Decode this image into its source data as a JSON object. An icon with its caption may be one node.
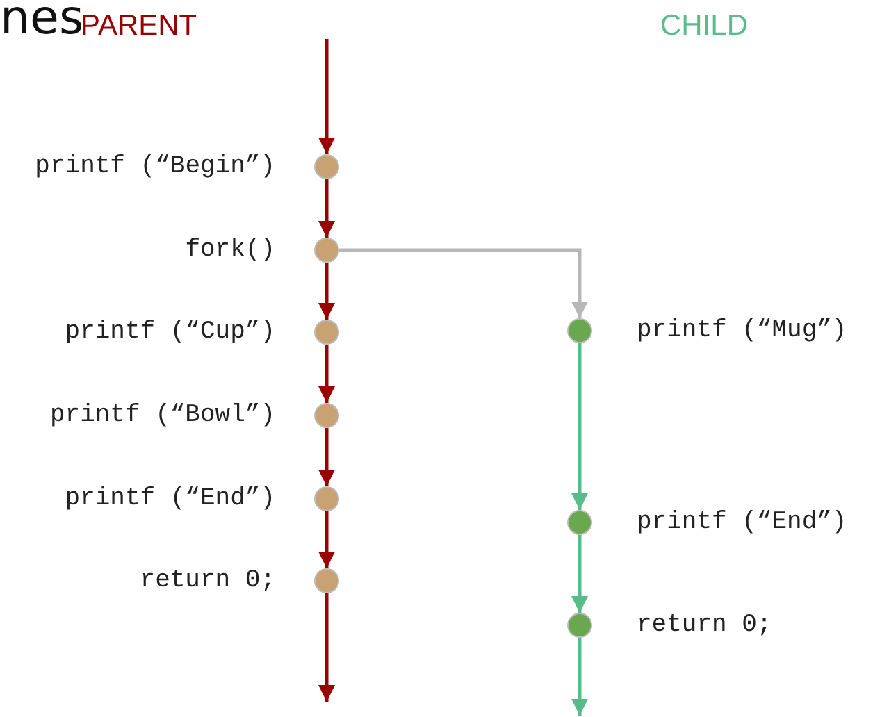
{
  "diagram": {
    "nodes": [
      {
        "text": [],
        "shape": "circle",
        "beside": [
          "printf (“Begin”)"
        ]
      },
      {
        "text": [],
        "shape": "circle",
        "beside": [
          "fork()"
        ]
      },
      {
        "text": [],
        "shape": "circle",
        "beside": [
          "printf (“Cup”)"
        ]
      },
      {
        "text": [],
        "shape": "circle",
        "beside": [
          "printf (“Bowl”)"
        ]
      },
      {
        "text": [],
        "shape": "circle",
        "beside": [
          "printf (“End”)"
        ]
      },
      {
        "text": [],
        "shape": "circle",
        "beside": [
          "return 0;"
        ]
      },
      {
        "text": [],
        "shape": "circle",
        "beside": [
          "printf (“Mug”)"
        ]
      },
      {
        "text": [],
        "shape": "circle",
        "beside": [
          "printf (“End”)"
        ]
      },
      {
        "text": [],
        "shape": "circle",
        "beside": [
          "return 0;"
        ]
      }
    ],
    "edges": [
      {
        "from": null,
        "to": 0,
        "arrow": "to"
      },
      {
        "from": 0,
        "to": 1,
        "arrow": "to"
      },
      {
        "from": 1,
        "to": 2,
        "arrow": "to"
      },
      {
        "from": 2,
        "to": 3,
        "arrow": "to"
      },
      {
        "from": 3,
        "to": 4,
        "arrow": "to"
      },
      {
        "from": 4,
        "to": 5,
        "arrow": "to"
      },
      {
        "from": 5,
        "to": null,
        "arrow": "to"
      },
      {
        "from": 1,
        "to": 6,
        "arrow": "to",
        "color": "#b7b7b7"
      },
      {
        "from": 6,
        "to": 7,
        "arrow": "to",
        "color": "#57bb8a"
      },
      {
        "from": 7,
        "to": 8,
        "arrow": "to",
        "color": "#57bb8a"
      },
      {
        "from": 8,
        "to": null,
        "arrow": "to",
        "color": "#57bb8a"
      }
    ],
    "labels": [
      "nes",
      "PARENT",
      "CHILD"
    ]
  }
}
